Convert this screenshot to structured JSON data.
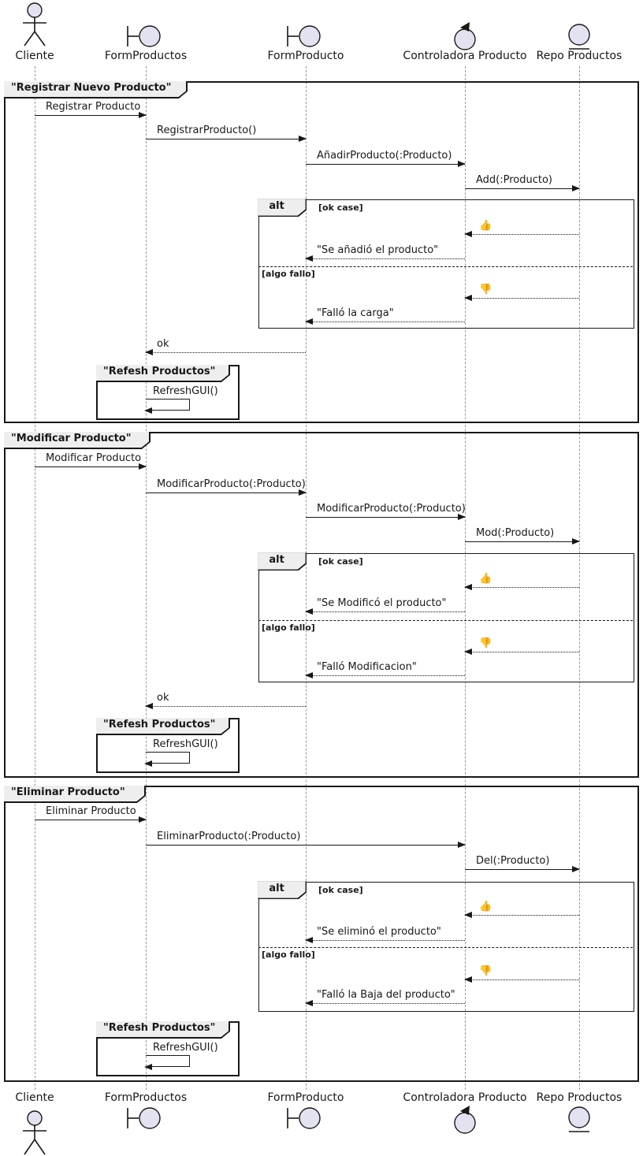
{
  "participants": [
    {
      "name": "Cliente",
      "type": "actor"
    },
    {
      "name": "FormProductos",
      "type": "boundary"
    },
    {
      "name": "FormProducto",
      "type": "boundary"
    },
    {
      "name": "Controladora Producto",
      "type": "control"
    },
    {
      "name": "Repo Productos",
      "type": "entity"
    }
  ],
  "alt": {
    "label": "alt",
    "guard_ok": "[ok case]",
    "guard_fail": "[algo fallo]"
  },
  "icons": {
    "thumbs_up": "👍",
    "thumbs_down": "👎"
  },
  "frames": [
    {
      "title": "\"Registrar Nuevo Producto\"",
      "m1": "Registrar Producto",
      "m2": "RegistrarProducto()",
      "m3": "AñadirProducto(:Producto)",
      "m4": "Add(:Producto)",
      "ok_reply": "\"Se añadió el producto\"",
      "fail_reply": "\"Falló la carga\"",
      "return_msg": "ok",
      "refresh_title": "\"Refesh Productos\"",
      "refresh_msg": "RefreshGUI()"
    },
    {
      "title": "\"Modificar Producto\"",
      "m1": "Modificar Producto",
      "m2": "ModificarProducto(:Producto)",
      "m3": "ModificarProducto(:Producto)",
      "m4": "Mod(:Producto)",
      "ok_reply": "\"Se Modificó el producto\"",
      "fail_reply": "\"Falló Modificacion\"",
      "return_msg": "ok",
      "refresh_title": "\"Refesh Productos\"",
      "refresh_msg": "RefreshGUI()"
    },
    {
      "title": "\"Eliminar Producto\"",
      "m1": "Eliminar Producto",
      "m2": "EliminarProducto(:Producto)",
      "m3": "Del(:Producto)",
      "ok_reply": "\"Se eliminó el producto\"",
      "fail_reply": "\"Falló la Baja del producto\"",
      "refresh_title": "\"Refesh Productos\"",
      "refresh_msg": "RefreshGUI()"
    }
  ],
  "colors": {
    "participant_fill": "#E2E2F0",
    "header_fill": "#EEEEEE",
    "line_color": "#181818",
    "lifeline_color": "#999999"
  }
}
